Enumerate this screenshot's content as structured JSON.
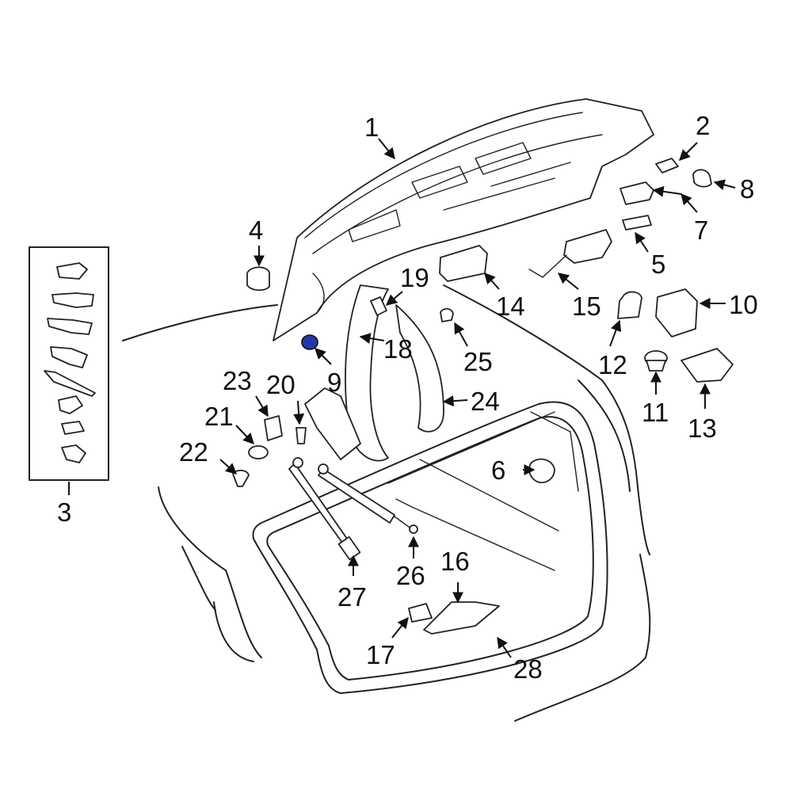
{
  "highlight_color": "#2238a8",
  "line_color": "#222222",
  "callouts": [
    {
      "id": "1",
      "text": "1"
    },
    {
      "id": "2",
      "text": "2"
    },
    {
      "id": "3",
      "text": "3"
    },
    {
      "id": "4",
      "text": "4"
    },
    {
      "id": "5",
      "text": "5"
    },
    {
      "id": "6",
      "text": "6"
    },
    {
      "id": "7",
      "text": "7"
    },
    {
      "id": "8",
      "text": "8"
    },
    {
      "id": "9",
      "text": "9"
    },
    {
      "id": "10",
      "text": "10"
    },
    {
      "id": "11",
      "text": "11"
    },
    {
      "id": "12",
      "text": "12"
    },
    {
      "id": "13",
      "text": "13"
    },
    {
      "id": "14",
      "text": "14"
    },
    {
      "id": "15",
      "text": "15"
    },
    {
      "id": "16",
      "text": "16"
    },
    {
      "id": "17",
      "text": "17"
    },
    {
      "id": "18",
      "text": "18"
    },
    {
      "id": "19",
      "text": "19"
    },
    {
      "id": "20",
      "text": "20"
    },
    {
      "id": "21",
      "text": "21"
    },
    {
      "id": "22",
      "text": "22"
    },
    {
      "id": "23",
      "text": "23"
    },
    {
      "id": "24",
      "text": "24"
    },
    {
      "id": "25",
      "text": "25"
    },
    {
      "id": "26",
      "text": "26"
    },
    {
      "id": "27",
      "text": "27"
    },
    {
      "id": "28",
      "text": "28"
    }
  ]
}
